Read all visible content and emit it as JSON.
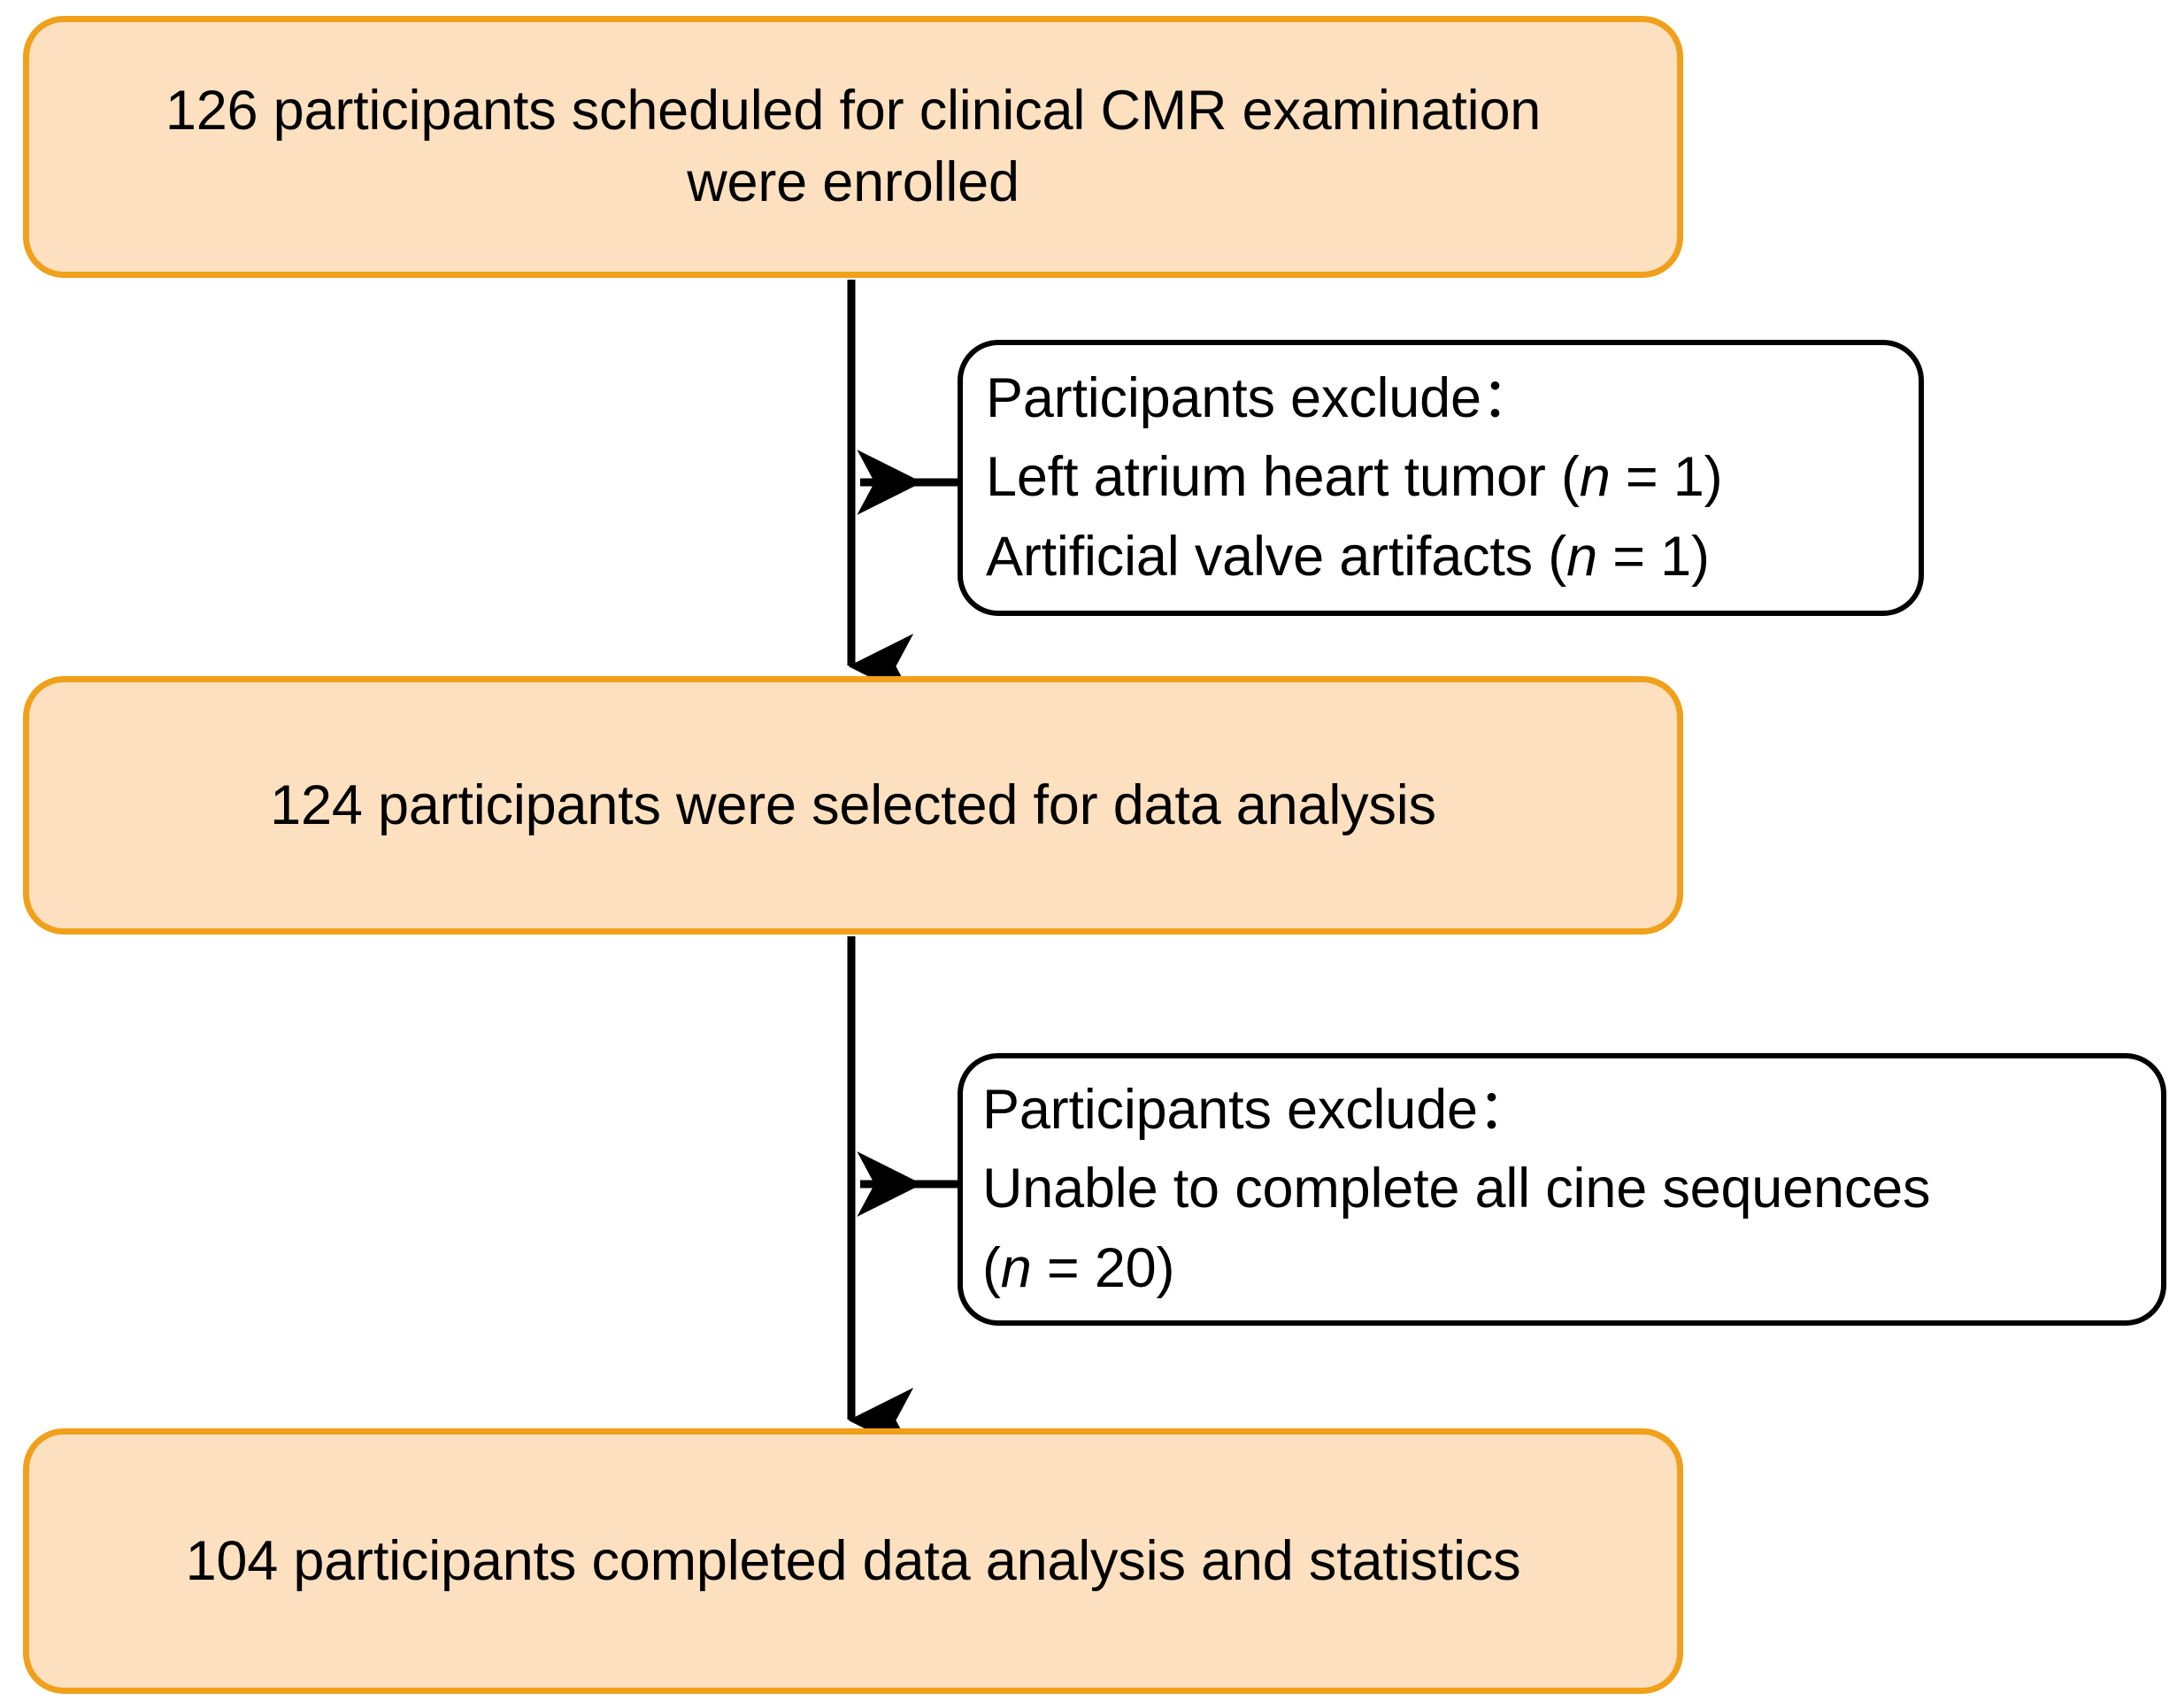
{
  "chart_data": {
    "type": "diagram",
    "title": "",
    "diagram_kind": "participant-flow-chart",
    "nodes": [
      {
        "id": "enrolled",
        "label": "126 participants scheduled for clinical CMR examination\nwere enrolled",
        "count": 126,
        "style": "primary"
      },
      {
        "id": "selected",
        "label": "124 participants were selected for data analysis",
        "count": 124,
        "style": "primary"
      },
      {
        "id": "completed",
        "label": "104 participants completed data analysis and statistics",
        "count": 104,
        "style": "primary"
      },
      {
        "id": "exclusion-1",
        "label": "Participants exclude：",
        "style": "exclusion",
        "items": [
          "Left atrium heart tumor (n = 1)",
          "Artificial valve artifacts (n = 1)"
        ],
        "excluded_total": 2
      },
      {
        "id": "exclusion-2",
        "label": "Participants exclude：",
        "style": "exclusion",
        "items": [
          "Unable to complete all cine sequences (n = 20)"
        ],
        "excluded_total": 20
      }
    ],
    "edges": [
      {
        "from": "enrolled",
        "to": "selected",
        "type": "arrow-down"
      },
      {
        "from": "exclusion-1",
        "to": "enrolled-selected-link",
        "type": "arrow-left"
      },
      {
        "from": "selected",
        "to": "completed",
        "type": "arrow-down"
      },
      {
        "from": "exclusion-2",
        "to": "selected-completed-link",
        "type": "arrow-left"
      }
    ]
  },
  "colors": {
    "box_fill": "#FCE0C0",
    "box_border": "#F0A01A",
    "exclusion_border": "#000000",
    "exclusion_fill": "#FFFFFF",
    "arrow": "#000000",
    "text": "#000000",
    "background": "#FFFFFF"
  },
  "boxes": {
    "enrolled": {
      "line1": "126 participants scheduled for clinical CMR examination",
      "line2": "were enrolled"
    },
    "selected": {
      "line1": "124 participants were selected for data analysis"
    },
    "completed": {
      "line1": "104 participants completed data analysis and statistics"
    }
  },
  "exclusion_one": {
    "heading": "Participants exclude：",
    "item1_pre": "Left atrium heart tumor (",
    "item1_n": "n",
    "item1_post": " = 1)",
    "item2_pre": "Artificial valve artifacts (",
    "item2_n": "n",
    "item2_post": " = 1)"
  },
  "exclusion_two": {
    "heading": "Participants exclude：",
    "item1": "Unable to complete all cine sequences",
    "item2_pre": "(",
    "item2_n": "n",
    "item2_post": " = 20)"
  }
}
